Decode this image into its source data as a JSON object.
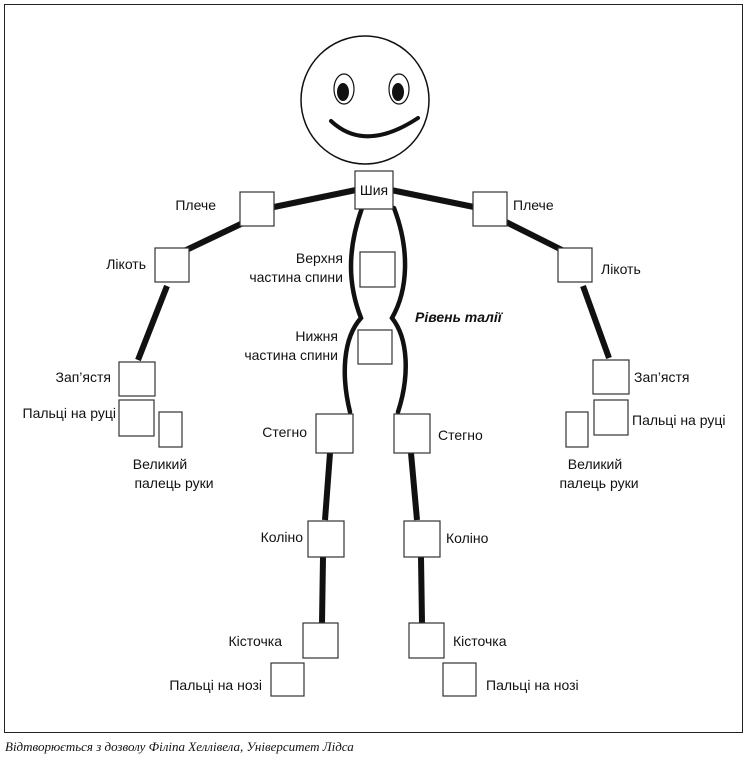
{
  "labels": {
    "neck": "Шия",
    "shoulder_left": "Плече",
    "shoulder_right": "Плече",
    "elbow_left": "Лікоть",
    "elbow_right": "Лікоть",
    "upper_back": [
      "Верхня",
      "частина спини"
    ],
    "lower_back": [
      "Нижня",
      "частина спини"
    ],
    "waist_level": "Рівень талії",
    "wrist_left": "Зап’ястя",
    "wrist_right": "Зап’ястя",
    "fingers_left": "Пальці на руці",
    "fingers_right": "Пальці на руці",
    "thumb_left": [
      "Великий",
      "палець руки"
    ],
    "thumb_right": [
      "Великий",
      "палець руки"
    ],
    "hip_left": "Стегно",
    "hip_right": "Стегно",
    "knee_left": "Коліно",
    "knee_right": "Коліно",
    "ankle_left": "Кісточка",
    "ankle_right": "Кісточка",
    "toes_left": "Пальці на нозі",
    "toes_right": "Пальці на нозі"
  },
  "caption": "Відтворюється з дозволу Філіпа Хеллівела, Університет Лідса"
}
